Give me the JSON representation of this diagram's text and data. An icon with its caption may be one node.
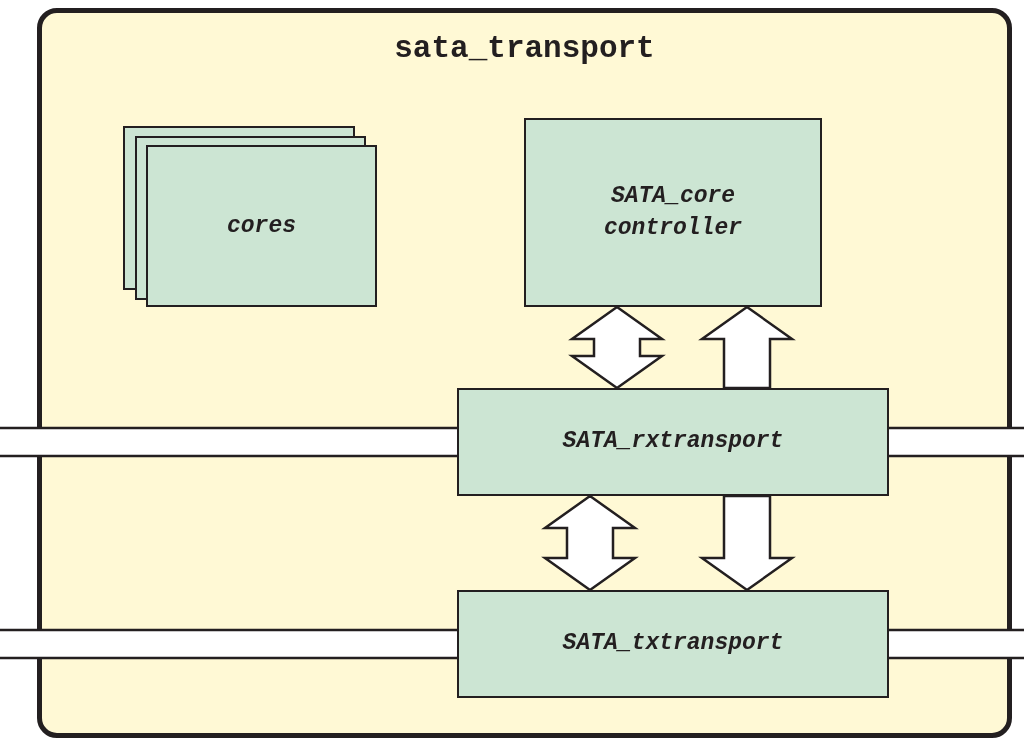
{
  "diagram": {
    "nodes": [
      {
        "text": [
          "sata_transport"
        ]
      },
      {
        "text": [
          "cores"
        ],
        "in": 0
      },
      {
        "text": [
          "SATA_core controller"
        ],
        "in": 0
      },
      {
        "text": [
          "SATA_rxtransport"
        ],
        "in": 0
      },
      {
        "text": [
          "SATA_txtransport"
        ],
        "in": 0
      }
    ],
    "edges": [
      {
        "from": 2,
        "to": 3,
        "arrow": "both"
      },
      {
        "from": 3,
        "to": 2,
        "arrow": "to"
      },
      {
        "from": 3,
        "to": 4,
        "arrow": "both"
      },
      {
        "from": 3,
        "to": 4,
        "arrow": "to"
      },
      {
        "from": null,
        "to": 3,
        "arrow": "none"
      },
      {
        "from": 3,
        "to": null,
        "arrow": "none"
      },
      {
        "from": null,
        "to": 4,
        "arrow": "none"
      },
      {
        "from": 4,
        "to": null,
        "arrow": "none"
      }
    ]
  }
}
